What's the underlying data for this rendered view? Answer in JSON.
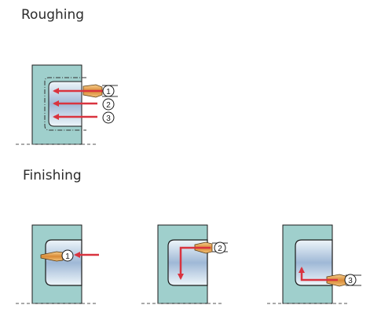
{
  "roughing": {
    "title": "Roughing",
    "passes": [
      "1",
      "2",
      "3"
    ]
  },
  "finishing": {
    "title": "Finishing",
    "steps": [
      "1",
      "2",
      "3"
    ]
  },
  "colors": {
    "workpiece": "#9fcfcc",
    "arrow": "#d9333f",
    "insert": "#e5a35c",
    "outline": "#1a1a1a"
  }
}
